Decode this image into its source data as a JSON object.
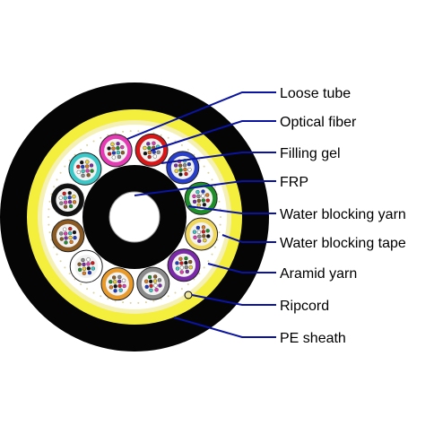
{
  "labels": {
    "loose_tube": "Loose tube",
    "optical_fiber": "Optical fiber",
    "filling_gel": "Filling gel",
    "frp": "FRP",
    "water_blocking_yarn": "Water blocking yarn",
    "water_blocking_tape": "Water blocking tape",
    "aramid_yarn": "Aramid yarn",
    "ripcord": "Ripcord",
    "pe_sheath": "PE sheath"
  },
  "colors": {
    "leader_line": "#0a14a0",
    "sheath": "#050505",
    "aramid": "#f4ee3c",
    "tape": "#f5f0b4",
    "core_background": "#ffffff",
    "frp_ring": "#050505",
    "tube_colors": [
      "#d81818",
      "#2a3fc8",
      "#1f8f2a",
      "#f0d860",
      "#7a2aa8",
      "#8a8a8a",
      "#e89a2a",
      "#ffffff",
      "#8a5a22",
      "#111111",
      "#3cc8c8",
      "#e63ab4"
    ]
  },
  "fiber_colors": [
    "#1e3cc8",
    "#e07a1a",
    "#1f8f2a",
    "#8a5a22",
    "#8a8a8a",
    "#ffffff",
    "#d81818",
    "#111111",
    "#f0d030",
    "#7a2aa8",
    "#e63ab4",
    "#3cc8c8"
  ]
}
